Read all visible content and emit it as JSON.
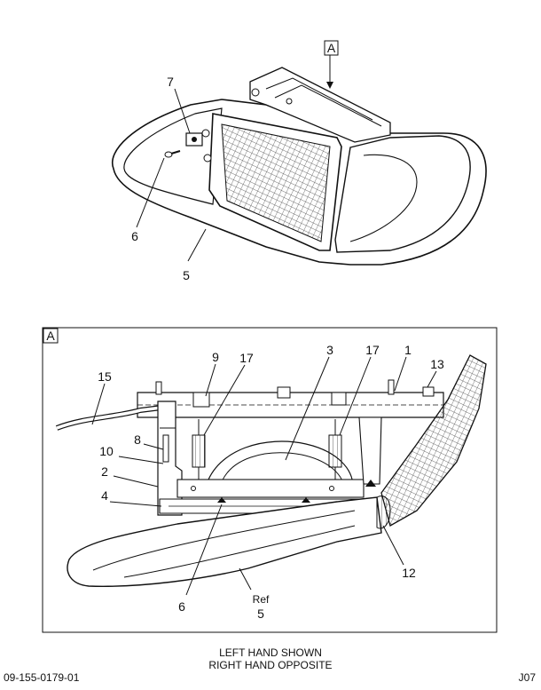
{
  "views": {
    "top": {
      "view_tag": "A",
      "callouts": {
        "c7": "7",
        "c6": "6",
        "c5": "5"
      }
    },
    "detail": {
      "view_tag": "A",
      "callouts": {
        "c15": "15",
        "c9": "9",
        "c17a": "17",
        "c3": "3",
        "c17b": "17",
        "c1": "1",
        "c13": "13",
        "c8": "8",
        "c10": "10",
        "c2": "2",
        "c4": "4",
        "c12": "12",
        "c6": "6",
        "c5_ref": "Ref",
        "c5": "5"
      }
    }
  },
  "caption": {
    "line1": "LEFT HAND SHOWN",
    "line2": "RIGHT HAND OPPOSITE"
  },
  "footer": {
    "drawing_number": "09-155-0179-01",
    "page_code": "J07"
  }
}
